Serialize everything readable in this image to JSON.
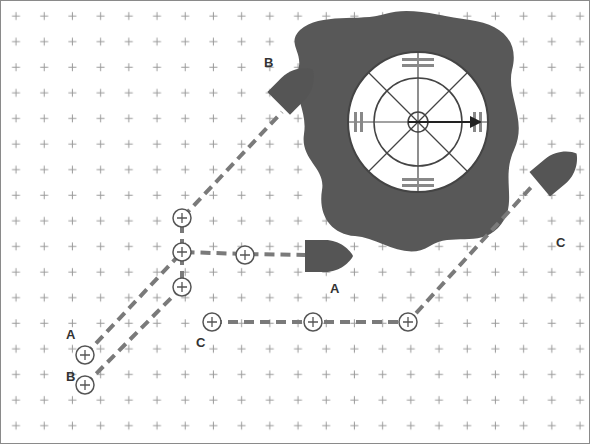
{
  "diagram": {
    "labels": [
      "B",
      "C",
      "A",
      "A",
      "C",
      "B"
    ]
  }
}
